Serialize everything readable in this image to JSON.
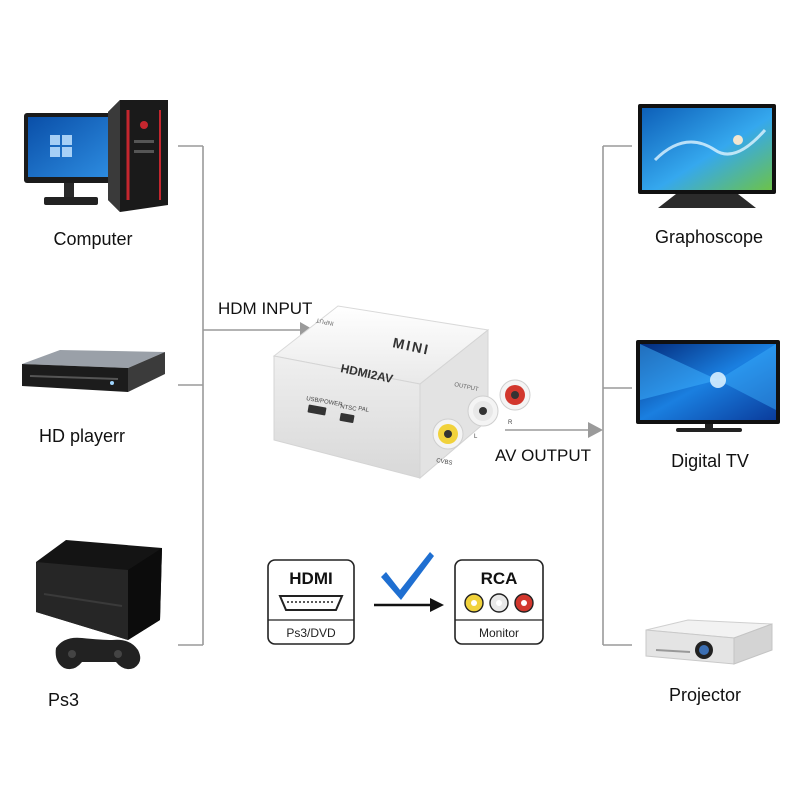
{
  "colors": {
    "line": "#9a9a9a",
    "accent_check": "#1f6fd1",
    "rca_yellow": "#f1d23b",
    "rca_white": "#e8e8e8",
    "rca_red": "#d2372d",
    "device_body": "#f4f4f4",
    "screen_blue": "#1f8fe6"
  },
  "sources": [
    {
      "label": "Computer",
      "icon": "computer-icon"
    },
    {
      "label": "HD playerr",
      "icon": "hd-player-icon"
    },
    {
      "label": "Ps3",
      "icon": "ps3-console-icon"
    }
  ],
  "outputs": [
    {
      "label": "Graphoscope",
      "icon": "graphoscope-tv-icon"
    },
    {
      "label": "Digital  TV",
      "icon": "digital-tv-icon"
    },
    {
      "label": "Projector",
      "icon": "projector-icon"
    }
  ],
  "edges": {
    "input_label": "HDM INPUT",
    "output_label": "AV OUTPUT"
  },
  "converter": {
    "brand": "MINI",
    "model": "HDMI2AV",
    "input_port": "INPUT",
    "output_port": "OUTPUT",
    "usb_label": "USB/POWER",
    "ntsc": "NTSC",
    "pal": "PAL",
    "cvbs": "CVBS",
    "left": "L",
    "right": "R"
  },
  "legend": {
    "hdmi_title": "HDMI",
    "hdmi_sub": "Ps3/DVD",
    "rca_title": "RCA",
    "rca_sub": "Monitor",
    "check_icon": "checkmark-icon",
    "arrow_icon": "arrow-right-icon"
  }
}
